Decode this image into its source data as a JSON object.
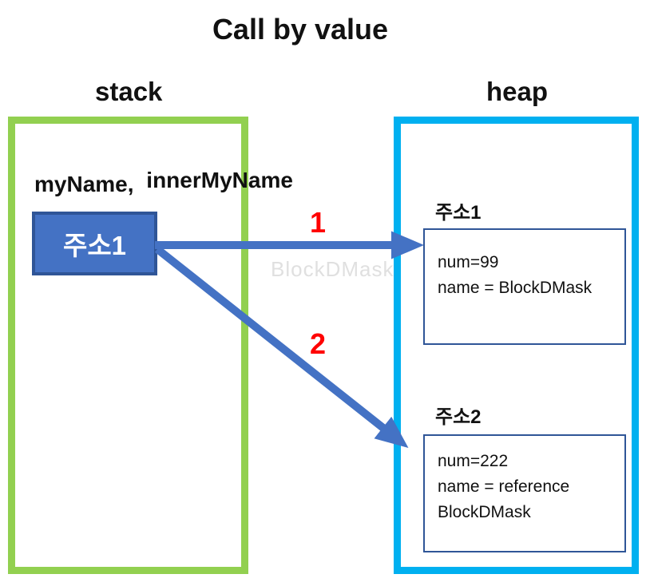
{
  "title": "Call by value",
  "stack": {
    "label": "stack",
    "vars": [
      "myName,",
      "innerMyName"
    ],
    "address_box": "주소1"
  },
  "heap": {
    "label": "heap",
    "objects": [
      {
        "address": "주소1",
        "lines": [
          "num=99",
          "name = BlockDMask"
        ]
      },
      {
        "address": "주소2",
        "lines": [
          "num=222",
          "name = reference",
          "BlockDMask"
        ]
      }
    ]
  },
  "arrows": [
    {
      "label": "1",
      "from": "stack 주소1",
      "to": "heap 주소1"
    },
    {
      "label": "2",
      "from": "stack 주소1",
      "to": "heap 주소2"
    }
  ],
  "watermark": "BlockDMask",
  "colors": {
    "arrow_blue": "#4472C4",
    "addr_fill": "#4472C4",
    "addr_border": "#2F5597",
    "obj_border": "#2F5597",
    "stack_border": "#92D050",
    "heap_border": "#00B0F0",
    "label_red": "#FF0000",
    "watermark_gray": "#E0E0E0",
    "text_black": "#111111"
  }
}
